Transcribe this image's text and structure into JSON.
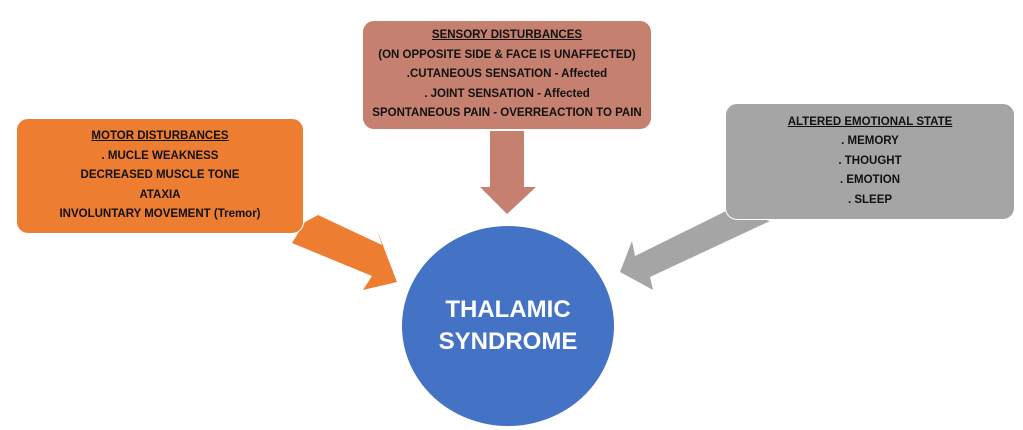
{
  "colors": {
    "motor": "#ed7d31",
    "sensory": "#c5806f",
    "emotion": "#a5a5a5",
    "center": "#4472c4"
  },
  "center": {
    "line1": "THALAMIC",
    "line2": "SYNDROME"
  },
  "motor": {
    "title": "MOTOR DISTURBANCES",
    "items": [
      ". MUCLE WEAKNESS",
      "DECREASED MUSCLE TONE",
      "ATAXIA",
      "INVOLUNTARY MOVEMENT (Tremor)"
    ]
  },
  "sensory": {
    "title": "SENSORY DISTURBANCES",
    "items": [
      "(ON OPPOSITE SIDE & FACE IS UNAFFECTED)",
      ".CUTANEOUS SENSATION - Affected",
      ". JOINT SENSATION - Affected",
      "SPONTANEOUS PAIN - OVERREACTION TO PAIN"
    ]
  },
  "emotion": {
    "title": "ALTERED EMOTIONAL STATE",
    "items": [
      ". MEMORY",
      ". THOUGHT",
      ". EMOTION",
      ". SLEEP"
    ]
  }
}
